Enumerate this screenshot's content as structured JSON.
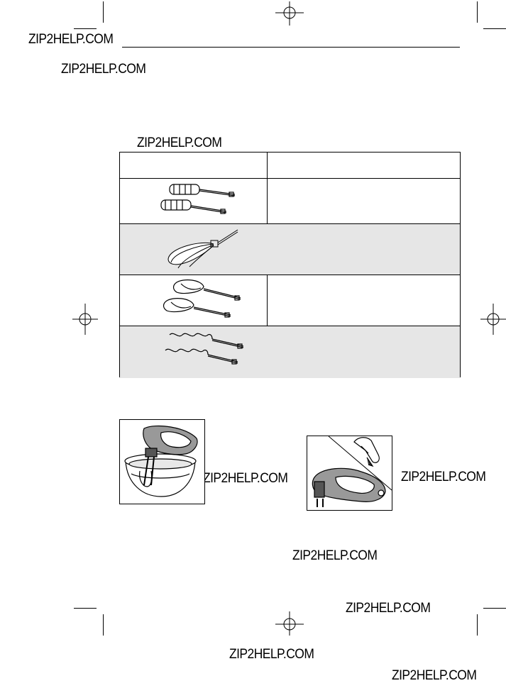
{
  "watermarks": [
    "ZIP2HELP.COM",
    "ZIP2HELP.COM",
    "ZIP2HELP.COM",
    "ZIP2HELP.COM",
    "ZIP2HELP.COM",
    "ZIP2HELP.COM",
    "ZIP2HELP.COM",
    "ZIP2HELP.COM",
    "ZIP2HELP.COM"
  ],
  "table": {
    "rows": [
      {
        "attachment": "beaters-icon",
        "shaded": false
      },
      {
        "attachment": "whisk-icon",
        "shaded": true
      },
      {
        "attachment": "beaters-alt-icon",
        "shaded": false
      },
      {
        "attachment": "dough-hooks-icon",
        "shaded": true
      }
    ]
  },
  "figures": [
    {
      "subject": "mixer-over-bowl-illustration"
    },
    {
      "subject": "eject-beaters-illustration"
    }
  ]
}
